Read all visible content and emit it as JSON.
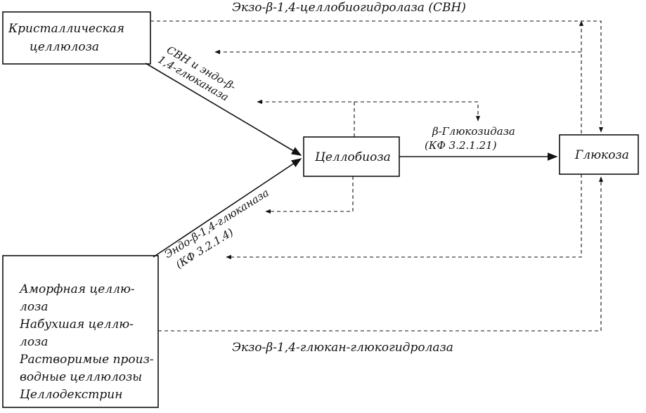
{
  "nodes": {
    "crystalline": {
      "lines": [
        "Кристаллическая",
        "целлюлоза"
      ]
    },
    "amorphous": {
      "lines": [
        "Аморфная целлю-",
        "лоза",
        "Набухшая целлю-",
        "лоза",
        "Растворимые произ-",
        "водные целлюлозы",
        "Целлодекстрин"
      ]
    },
    "cellobiose": {
      "label": "Целлобиоза"
    },
    "glucose": {
      "label": "Глюкоза"
    }
  },
  "edges": {
    "top": {
      "label": "Экзо-β-1,4-целлобиогидролаза (CBH)"
    },
    "bottom": {
      "label": "Экзо-β-1,4-глюкан-глюкогидролаза"
    },
    "upper_diag": {
      "lines": [
        "CBH и эндо-β-",
        "1,4-глюканаза"
      ]
    },
    "lower_diag": {
      "lines": [
        "Эндо-β-1,4-глюканаза",
        "(КФ 3.2.1.4)"
      ]
    },
    "glucosidase": {
      "lines": [
        "β-Глюкозидаза",
        "(КФ 3.2.1.21)"
      ]
    }
  }
}
